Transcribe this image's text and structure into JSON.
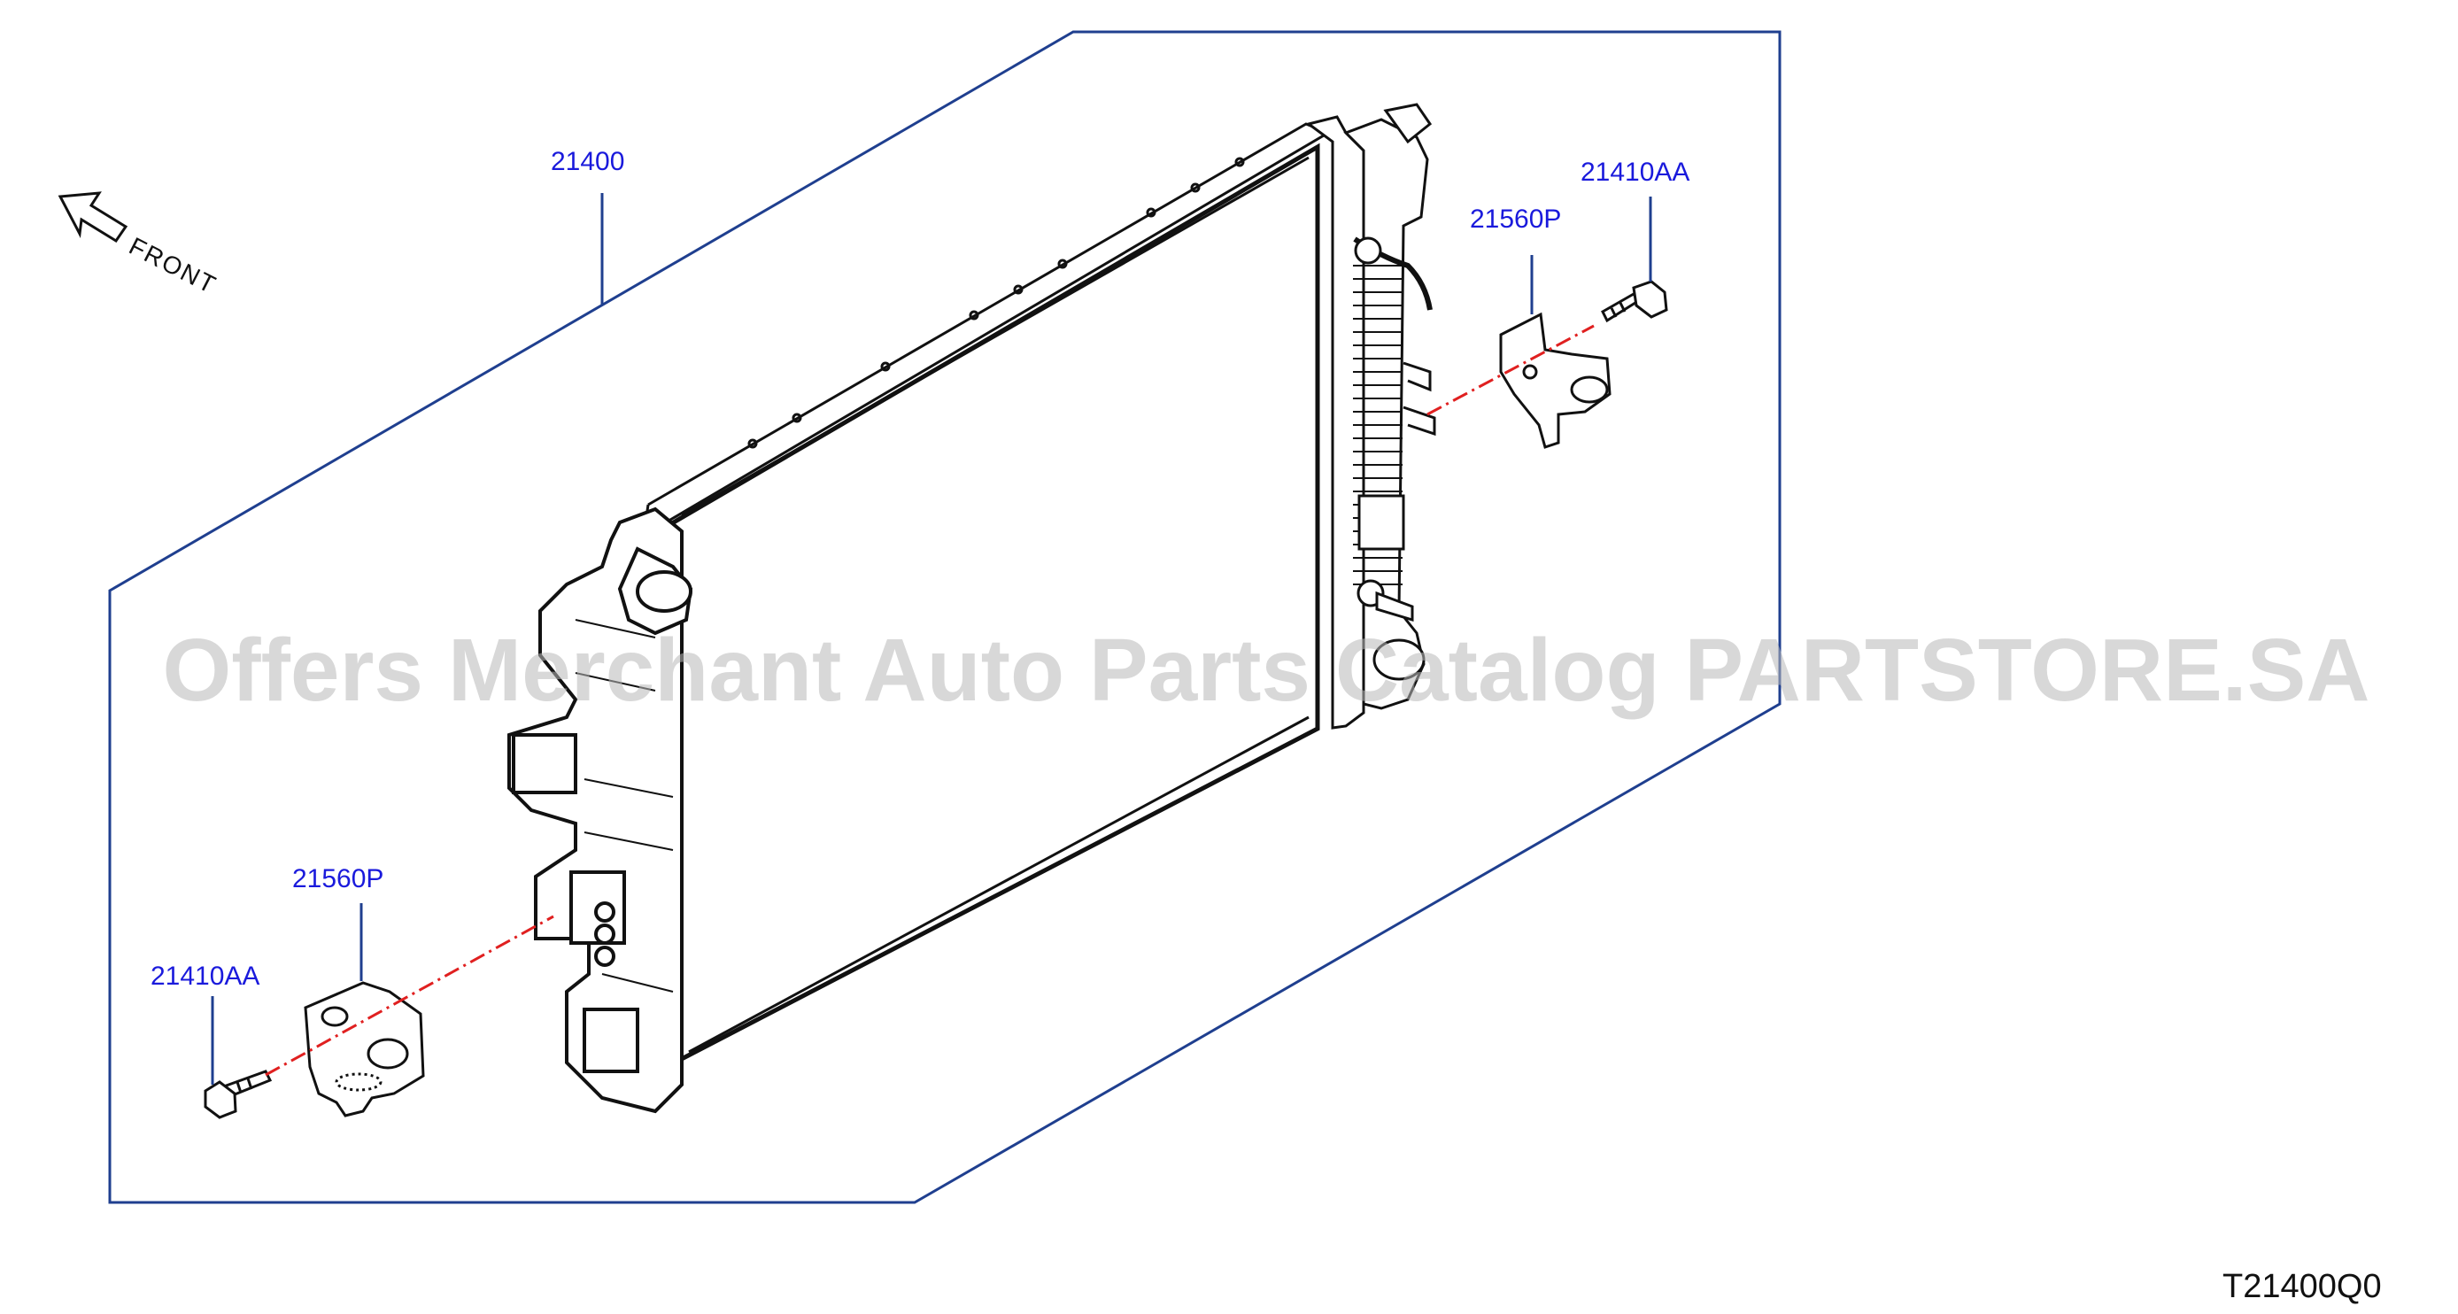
{
  "diagram": {
    "direction_label": "FRONT",
    "diagram_code": "T21400Q0",
    "watermark": "Offers Merchant Auto Parts Catalog PARTSTORE.SA",
    "callouts": {
      "radiator": "21400",
      "bracket_upper": "21560P",
      "bolt_upper": "21410AA",
      "bracket_lower": "21560P",
      "bolt_lower": "21410AA"
    },
    "colors": {
      "frame_line": "#1f3f8f",
      "callout_text": "#1a1adc",
      "center_line": "#e02020",
      "drawing": "#111111"
    }
  }
}
